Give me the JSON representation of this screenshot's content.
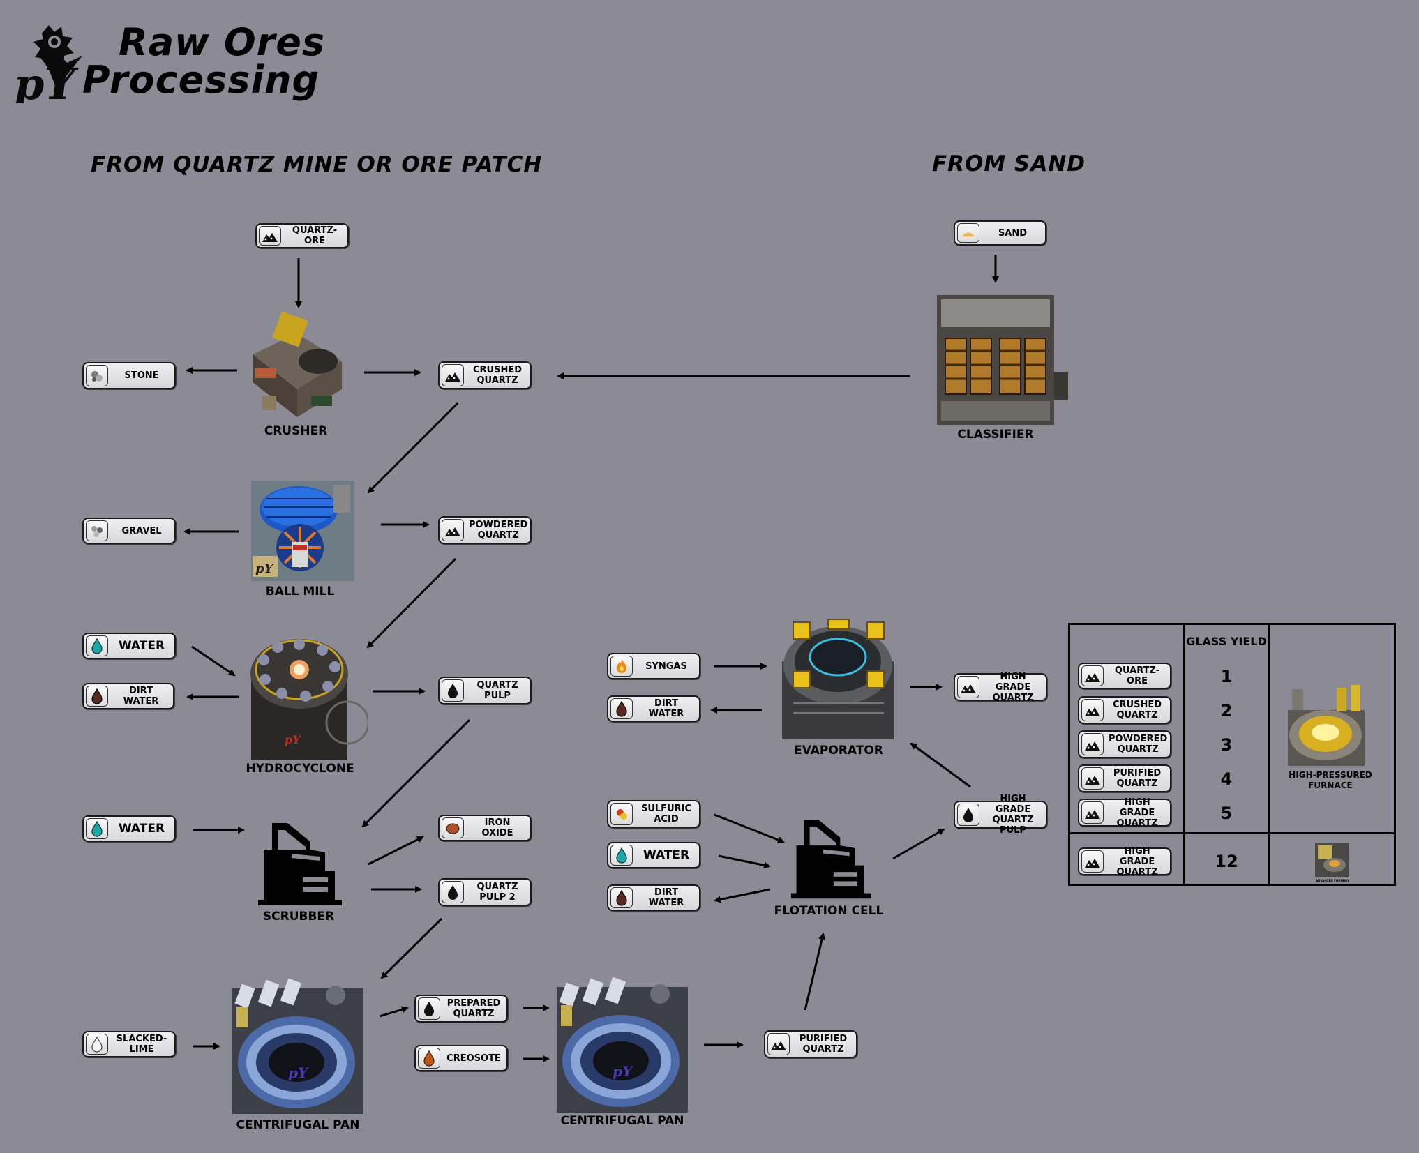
{
  "title": {
    "line1": "Raw Ores",
    "line2": "Processing",
    "logo_text": "pY"
  },
  "sections": {
    "left": "FROM QUARTZ MINE OR ORE PATCH",
    "right": "FROM SAND"
  },
  "items": {
    "quartz_ore": "QUARTZ-ORE",
    "sand": "SAND",
    "stone": "STONE",
    "crushed_quartz": "CRUSHED QUARTZ",
    "gravel": "GRAVEL",
    "powdered_quartz": "POWDERED QUARTZ",
    "water_1": "WATER",
    "dirt_water_1": "DIRT WATER",
    "quartz_pulp": "QUARTZ PULP",
    "water_2": "WATER",
    "iron_oxide": "IRON OXIDE",
    "quartz_pulp_2": "QUARTZ PULP 2",
    "slacked_lime": "SLACKED-LIME",
    "prepared_quartz": "PREPARED QUARTZ",
    "creosote": "CREOSOTE",
    "purified_quartz": "PURIFIED QUARTZ",
    "syngas": "SYNGAS",
    "dirt_water_2": "DIRT WATER",
    "high_grade_quartz": "HIGH GRADE QUARTZ",
    "sulfuric_acid": "SULFURIC ACID",
    "water_3": "WATER",
    "dirt_water_3": "DIRT WATER",
    "high_grade_quartz_pulp": "HIGH GRADE QUARTZ PULP"
  },
  "machines": {
    "crusher": "CRUSHER",
    "classifier": "CLASSIFIER",
    "ball_mill": "BALL MILL",
    "hydrocyclone": "HYDROCYCLONE",
    "scrubber": "SCRUBBER",
    "centrifugal_pan_1": "CENTRIFUGAL PAN",
    "centrifugal_pan_2": "CENTRIFUGAL PAN",
    "evaporator": "EVAPORATOR",
    "flotation_cell": "FLOTATION CELL"
  },
  "yield_table": {
    "header": "GLASS YIELD",
    "rows": [
      {
        "item": "QUARTZ-ORE",
        "yield": "1"
      },
      {
        "item": "CRUSHED QUARTZ",
        "yield": "2"
      },
      {
        "item": "POWDERED QUARTZ",
        "yield": "3"
      },
      {
        "item": "PURIFIED QUARTZ",
        "yield": "4"
      },
      {
        "item": "HIGH GRADE QUARTZ",
        "yield": "5"
      }
    ],
    "furnace_label": "HIGH-PRESSURED FURNACE",
    "bottom_row": {
      "item": "HIGH GRADE QUARTZ",
      "yield": "12"
    },
    "bottom_furnace_label": "ADVANCED FOUNDRY"
  },
  "colors": {
    "background": "#8b8a95",
    "water": "#1fa7a8",
    "dirt_water": "#5a2a20",
    "syngas": "#f08a10",
    "iron_oxide": "#b0502a",
    "ball_mill_blue": "#1d58c8",
    "evaporator_gold": "#e8c21a"
  }
}
